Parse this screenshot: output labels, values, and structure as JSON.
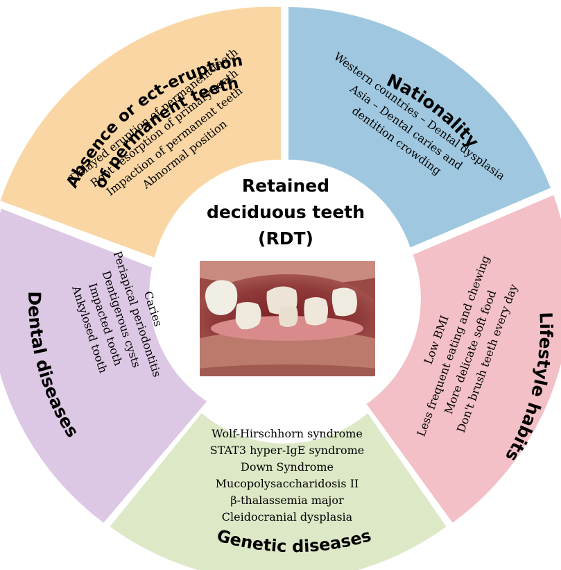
{
  "center": {
    "title_lines": [
      "Retained",
      "deciduous teeth",
      "(RDT)"
    ],
    "photo": "close-up photo of lower front teeth with retained primary teeth"
  },
  "segments": [
    {
      "id": "absence",
      "color": "#f9d6a3",
      "title_lines": [
        "Absence or ect-eruption",
        "of permanent teeth"
      ],
      "items": [
        "Delayed eruption of permanent teeth",
        "Root resorption of primary teeth",
        "Impaction of permanent teeth",
        "Abnormal position"
      ]
    },
    {
      "id": "nationality",
      "color": "#9fc8e0",
      "title_lines": [
        "Nationality"
      ],
      "items": [
        "Western countries – Dental dysplasia",
        "Asia – Dental caries and",
        "dentition crowding"
      ]
    },
    {
      "id": "lifestyle",
      "color": "#f2c0c6",
      "title_lines": [
        "Lifestyle habits"
      ],
      "items": [
        "Low BMI",
        "Less frequent eating and chewing",
        "More delicate soft food",
        "Don't brush teeth every day"
      ]
    },
    {
      "id": "genetic",
      "color": "#dde8c7",
      "title_lines": [
        "Genetic diseases"
      ],
      "items": [
        "Wolf-Hirschhorn syndrome",
        "STAT3 hyper-IgE syndrome",
        "Down Syndrome",
        "Mucopolysaccharidosis II",
        "β-thalassemia major",
        "Cleidocranial dysplasia"
      ]
    },
    {
      "id": "dental",
      "color": "#dcc8e4",
      "title_lines": [
        "Dental diseases"
      ],
      "items": [
        "Caries",
        "Periapical periodontitis",
        "Dentigerous cysts",
        "Impacted tooth",
        "Ankylosed tooth"
      ]
    }
  ]
}
